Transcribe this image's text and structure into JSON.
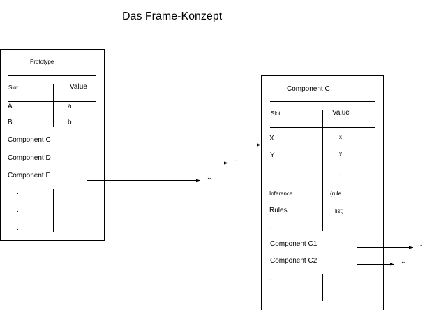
{
  "title": "Das Frame-Konzept",
  "prototype": {
    "name": "Prototype",
    "slot_header": "Slot",
    "value_header": "Value",
    "rows": [
      {
        "slot": "A",
        "value": "a"
      },
      {
        "slot": "B",
        "value": "b"
      }
    ],
    "components": [
      "Component C",
      "Component D",
      "Component E"
    ],
    "dots": [
      ".",
      ".",
      "."
    ],
    "arrow_ellipses": [
      "..",
      ".."
    ]
  },
  "component_c": {
    "name": "Component C",
    "slot_header": "Slot",
    "value_header": "Value",
    "rows": [
      {
        "slot": "X",
        "value": "x"
      },
      {
        "slot": "Y",
        "value": "y"
      },
      {
        "slot": ".",
        "value": "."
      },
      {
        "slot": "Inference",
        "value": "(rule"
      },
      {
        "slot": "Rules",
        "value": "list)"
      }
    ],
    "dot_after_rules": ".",
    "components": [
      "Component C1",
      "Component C2"
    ],
    "dots": [
      ".",
      "."
    ],
    "arrow_ellipses": [
      "..",
      ".."
    ]
  }
}
